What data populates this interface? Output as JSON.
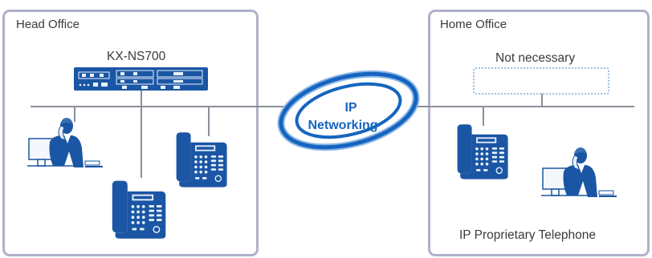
{
  "head_office": {
    "title": "Head Office",
    "pbx_label": "KX-NS700"
  },
  "home_office": {
    "title": "Home Office",
    "placeholder_label": "Not necessary",
    "phone_label": "IP Proprietary Telephone"
  },
  "network": {
    "label_line1": "IP",
    "label_line2": "Networking"
  },
  "colors": {
    "panel_border": "#aeb1c8",
    "line": "#8a8f9a",
    "device_blue": "#1a56a4",
    "ellipse_blue": "#1565c0",
    "ellipse_light": "#8fb8e6",
    "placeholder_dot": "#7fa8dc"
  }
}
